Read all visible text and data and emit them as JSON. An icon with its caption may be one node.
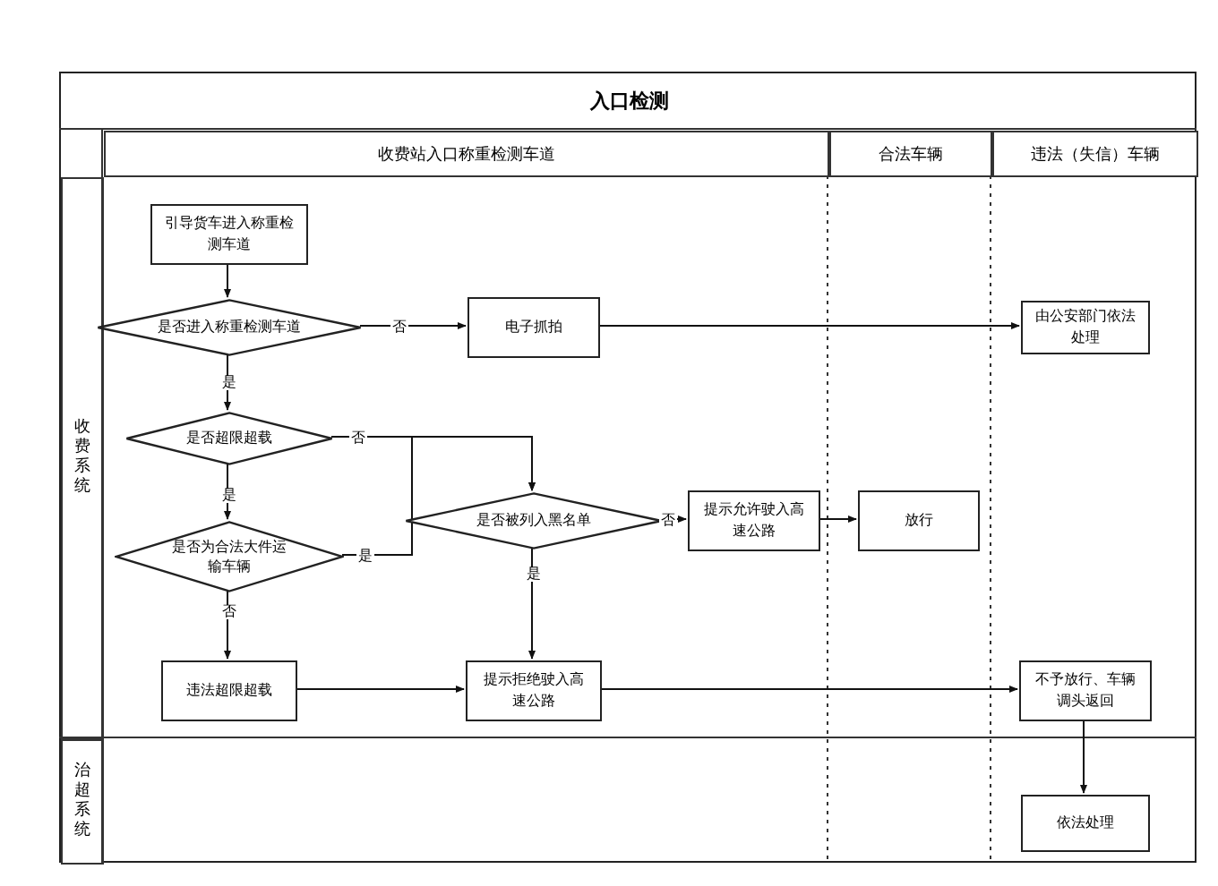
{
  "diagram": {
    "nodes": [
      {
        "text": [
          "入口检测"
        ]
      },
      {
        "text": [
          "收费站入口称重检测车道"
        ],
        "in": 0
      },
      {
        "text": [
          "合法车辆"
        ],
        "in": 0
      },
      {
        "text": [
          "违法（失信）车辆"
        ],
        "in": 0
      },
      {
        "text": [
          "收费系统"
        ],
        "in": 0
      },
      {
        "text": [
          "治超系统"
        ],
        "in": 0
      },
      {
        "text": [
          "引导货车进入称重检测车道"
        ],
        "in": 0
      },
      {
        "text": [
          "是否进入称重检测车道"
        ],
        "in": 0
      },
      {
        "text": [
          "电子抓拍"
        ],
        "in": 0
      },
      {
        "text": [
          "由公安部门依法处理"
        ],
        "in": 0
      },
      {
        "text": [
          "是否超限超载"
        ],
        "in": 0
      },
      {
        "text": [
          "是否被列入黑名单"
        ],
        "in": 0
      },
      {
        "text": [
          "提示允许驶入高速公路"
        ],
        "in": 0
      },
      {
        "text": [
          "放行"
        ],
        "in": 0
      },
      {
        "text": [
          "是否为合法大件运输车辆"
        ],
        "in": 0
      },
      {
        "text": [
          "违法超限超载"
        ],
        "in": 0
      },
      {
        "text": [
          "提示拒绝驶入高速公路"
        ],
        "in": 0
      },
      {
        "text": [
          "不予放行、车辆调头返回"
        ],
        "in": 0
      },
      {
        "text": [
          "依法处理"
        ],
        "in": 0
      }
    ],
    "edges": [
      {
        "from": 6,
        "to": 7,
        "arrow": "to"
      },
      {
        "from": 7,
        "to": 8,
        "arrow": "to",
        "label": "否"
      },
      {
        "from": 8,
        "to": 9,
        "arrow": "to"
      },
      {
        "from": 7,
        "to": 10,
        "arrow": "to",
        "label": "是"
      },
      {
        "from": 10,
        "to": 11,
        "arrow": "to",
        "label": "否"
      },
      {
        "from": 10,
        "to": 14,
        "arrow": "to",
        "label": "是"
      },
      {
        "from": 14,
        "to": 11,
        "arrow": "to",
        "label": "是"
      },
      {
        "from": 14,
        "to": 15,
        "arrow": "to",
        "label": "否"
      },
      {
        "from": 15,
        "to": 16,
        "arrow": "to"
      },
      {
        "from": 11,
        "to": 12,
        "arrow": "to",
        "label": "否"
      },
      {
        "from": 11,
        "to": 16,
        "arrow": "to",
        "label": "是"
      },
      {
        "from": 12,
        "to": 13,
        "arrow": "to"
      },
      {
        "from": 16,
        "to": 17,
        "arrow": "to"
      },
      {
        "from": 17,
        "to": 18,
        "arrow": "to"
      }
    ]
  }
}
